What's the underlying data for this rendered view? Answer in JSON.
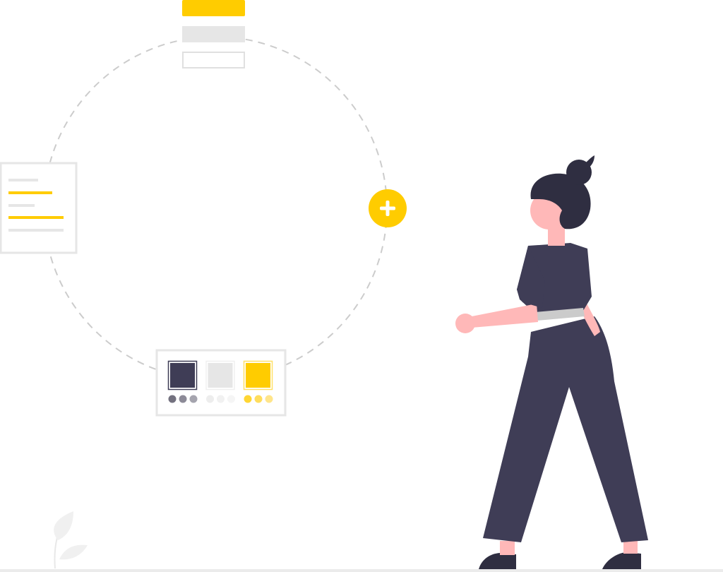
{
  "illustration": {
    "colors": {
      "accent": "#FFCC00",
      "dark": "#3F3D56",
      "hair": "#2F2E41",
      "skin": "#FFB8B8",
      "light_gray": "#E6E6E6",
      "border_gray": "#E0E0E0",
      "dashed_circle": "#CCCCCC",
      "belt": "#CBCBCB",
      "leaf": "#F0F0F0",
      "ground": "#EBEBEB"
    },
    "add_button": {
      "icon": "plus-icon"
    },
    "palette_card": {
      "swatches": [
        {
          "name": "dark",
          "color": "#3F3D56",
          "dots": [
            "#73717F",
            "#8C8A97",
            "#A5A4AE"
          ]
        },
        {
          "name": "light",
          "color": "#E6E6E6",
          "dots": [
            "#EDEDED",
            "#F1F1F1",
            "#F5F5F5"
          ]
        },
        {
          "name": "accent",
          "color": "#FFCC00",
          "dots": [
            "#FFD633",
            "#FFDD5C",
            "#FFE58A"
          ]
        }
      ]
    }
  }
}
